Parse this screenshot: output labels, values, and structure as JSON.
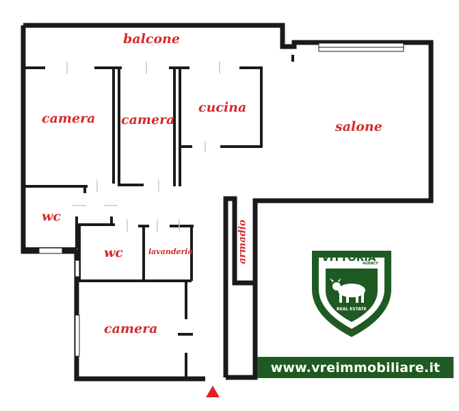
{
  "rooms": {
    "balcone": "balcone",
    "camera_1": "camera",
    "camera_2": "camera",
    "cucina": "cucina",
    "salone": "salone",
    "wc_1": "wc",
    "wc_2": "wc",
    "lavanderia": "lavanderia",
    "armadio": "armadio",
    "camera_3": "camera"
  },
  "logo": {
    "brand": "VITTORIA",
    "agency": "AGENCY",
    "tagline": "REAL ESTATE"
  },
  "website": "www.vreimmobiliare.it",
  "colors": {
    "wall": "#1a1a1a",
    "label": "#d42a2a",
    "brand_green": "#1f5a22",
    "entrance_marker": "#e02020"
  },
  "icons": {
    "entrance": "entrance-triangle-icon",
    "logo_emblem": "bull-shield-icon"
  }
}
